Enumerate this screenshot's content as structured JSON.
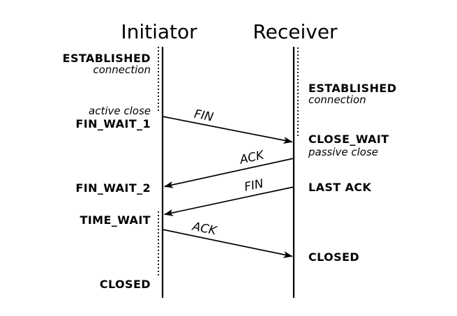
{
  "diagram": {
    "kind": "tcp-connection-termination-sequence",
    "colors": {
      "ink": "#000000",
      "background": "#ffffff"
    },
    "actors": {
      "initiator": "Initiator",
      "receiver": "Receiver"
    },
    "initiator_states": {
      "established": "ESTABLISHED",
      "established_sub": "connection",
      "active_close": "active close",
      "fin_wait_1": "FIN_WAIT_1",
      "fin_wait_2": "FIN_WAIT_2",
      "time_wait": "TIME_WAIT",
      "closed": "CLOSED"
    },
    "receiver_states": {
      "established": "ESTABLISHED",
      "established_sub": "connection",
      "close_wait": "CLOSE_WAIT",
      "passive_close": "passive close",
      "last_ack": "LAST ACK",
      "closed": "CLOSED"
    },
    "messages": [
      {
        "label": "FIN",
        "from": "Initiator",
        "to": "Receiver"
      },
      {
        "label": "ACK",
        "from": "Receiver",
        "to": "Initiator"
      },
      {
        "label": "FIN",
        "from": "Receiver",
        "to": "Initiator"
      },
      {
        "label": "ACK",
        "from": "Initiator",
        "to": "Receiver"
      }
    ]
  }
}
